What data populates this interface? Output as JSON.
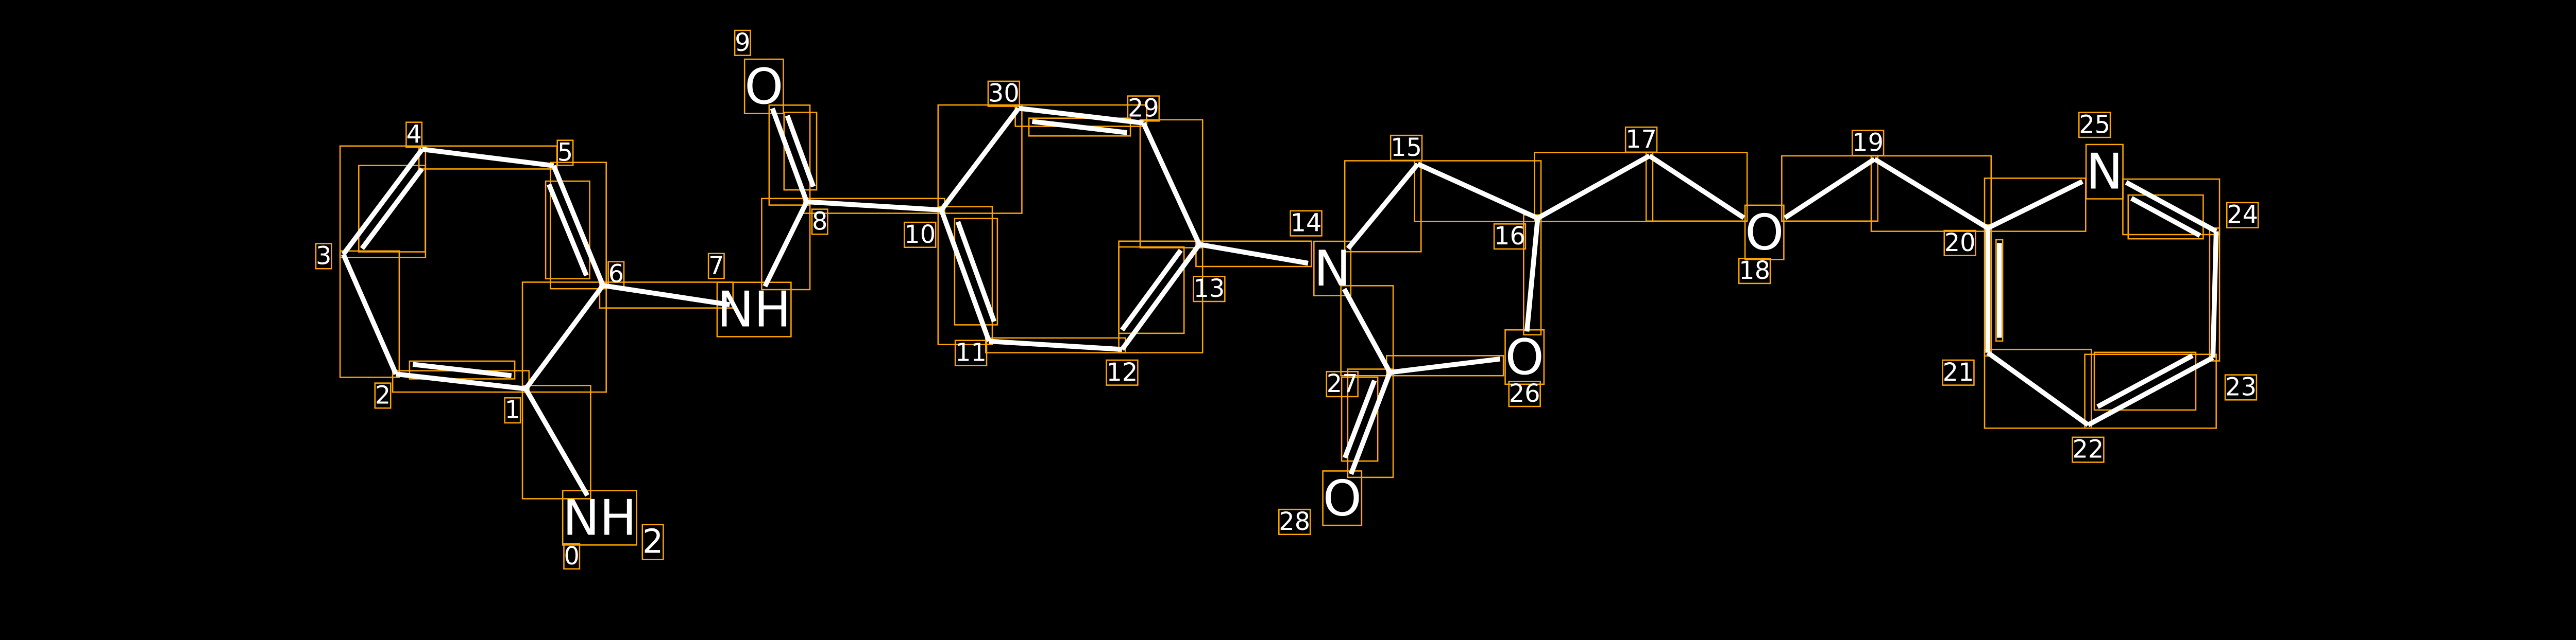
{
  "colors": {
    "background": "#000000",
    "bond": "#FFFFFF",
    "box": "#FFA500"
  },
  "atoms": [
    {
      "index": "0",
      "label": "NH",
      "sub": "2"
    },
    {
      "index": "1",
      "label": ""
    },
    {
      "index": "2",
      "label": ""
    },
    {
      "index": "3",
      "label": ""
    },
    {
      "index": "4",
      "label": ""
    },
    {
      "index": "5",
      "label": ""
    },
    {
      "index": "6",
      "label": ""
    },
    {
      "index": "7",
      "label": "NH"
    },
    {
      "index": "8",
      "label": ""
    },
    {
      "index": "9",
      "label": "O"
    },
    {
      "index": "10",
      "label": ""
    },
    {
      "index": "11",
      "label": ""
    },
    {
      "index": "12",
      "label": ""
    },
    {
      "index": "13",
      "label": ""
    },
    {
      "index": "14",
      "label": "N"
    },
    {
      "index": "15",
      "label": ""
    },
    {
      "index": "16",
      "label": ""
    },
    {
      "index": "17",
      "label": ""
    },
    {
      "index": "18",
      "label": "O"
    },
    {
      "index": "19",
      "label": ""
    },
    {
      "index": "20",
      "label": ""
    },
    {
      "index": "21",
      "label": ""
    },
    {
      "index": "22",
      "label": ""
    },
    {
      "index": "23",
      "label": ""
    },
    {
      "index": "24",
      "label": ""
    },
    {
      "index": "25",
      "label": "N"
    },
    {
      "index": "26",
      "label": "O"
    },
    {
      "index": "27",
      "label": ""
    },
    {
      "index": "28",
      "label": "O"
    },
    {
      "index": "29",
      "label": ""
    },
    {
      "index": "30",
      "label": ""
    }
  ],
  "bonds": [
    [
      1,
      0,
      1
    ],
    [
      1,
      2,
      2
    ],
    [
      2,
      3,
      1
    ],
    [
      3,
      4,
      2
    ],
    [
      4,
      5,
      1
    ],
    [
      5,
      6,
      2
    ],
    [
      6,
      1,
      1
    ],
    [
      6,
      7,
      1
    ],
    [
      7,
      8,
      1
    ],
    [
      8,
      9,
      2
    ],
    [
      8,
      10,
      1
    ],
    [
      10,
      11,
      2
    ],
    [
      11,
      12,
      1
    ],
    [
      12,
      13,
      2
    ],
    [
      13,
      29,
      1
    ],
    [
      29,
      30,
      2
    ],
    [
      30,
      10,
      1
    ],
    [
      13,
      14,
      1
    ],
    [
      14,
      15,
      1
    ],
    [
      15,
      16,
      1
    ],
    [
      16,
      17,
      1
    ],
    [
      17,
      18,
      1
    ],
    [
      18,
      19,
      1
    ],
    [
      19,
      20,
      1
    ],
    [
      20,
      25,
      1
    ],
    [
      25,
      24,
      2
    ],
    [
      24,
      23,
      1
    ],
    [
      23,
      22,
      2
    ],
    [
      22,
      21,
      1
    ],
    [
      21,
      20,
      2
    ],
    [
      16,
      26,
      1
    ],
    [
      26,
      27,
      1
    ],
    [
      27,
      28,
      2
    ],
    [
      27,
      14,
      1
    ]
  ]
}
